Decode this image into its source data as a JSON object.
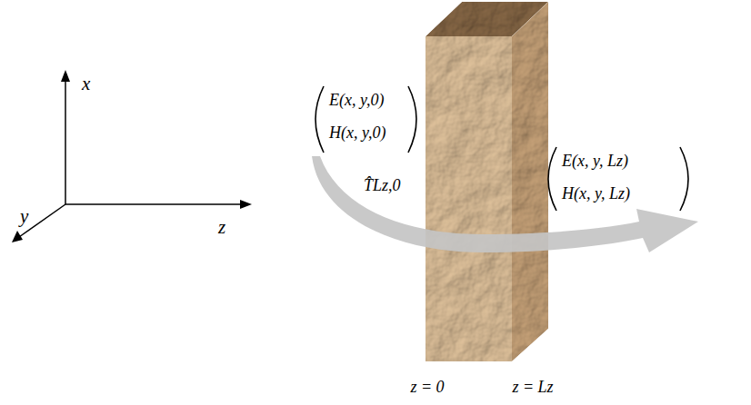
{
  "diagram": {
    "labels": [
      "x",
      "y",
      "z",
      "E(x, y,0)",
      "H(x, y,0)",
      "E(x, y, Lz)",
      "H(x, y, Lz)",
      "T̂Lz,0",
      "z = 0",
      "z = Lz"
    ]
  }
}
